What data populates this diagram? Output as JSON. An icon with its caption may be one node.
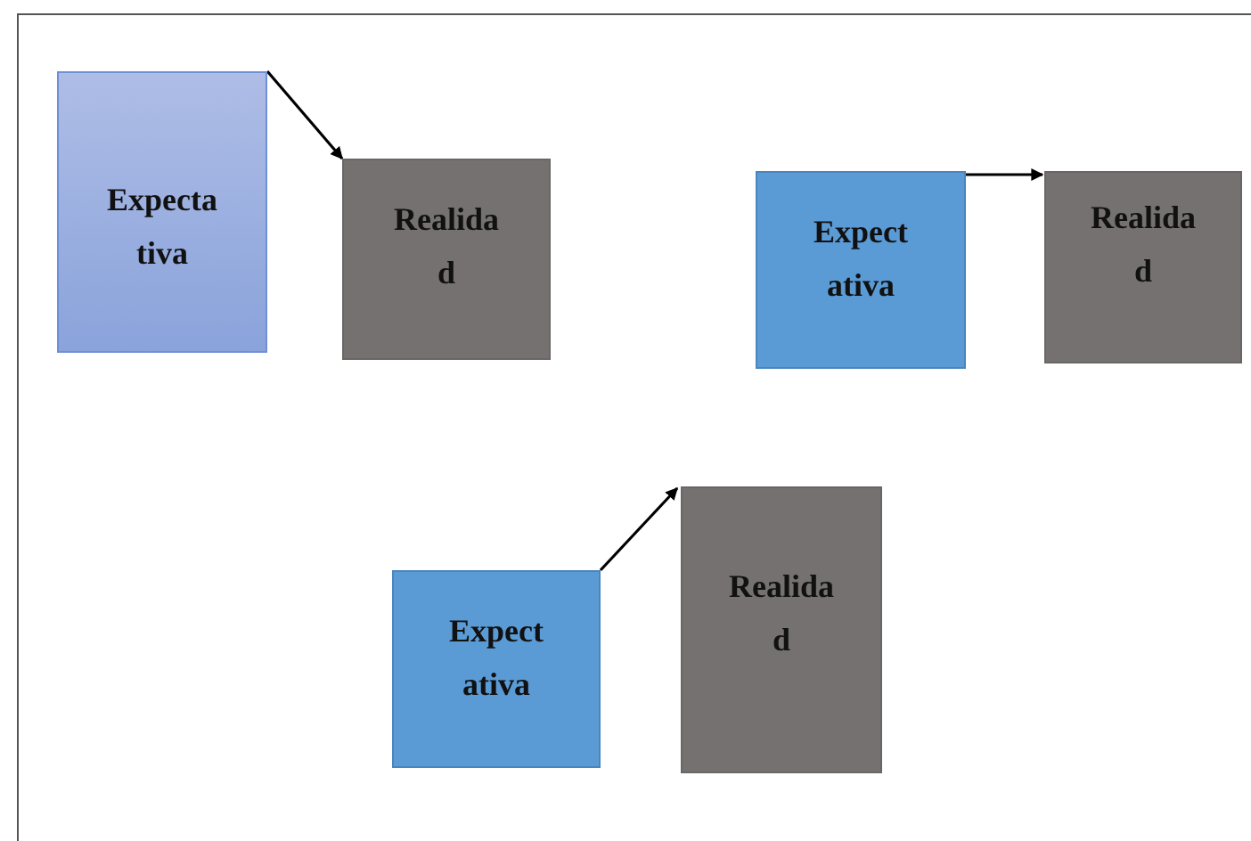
{
  "diagram": {
    "nodes": [
      {
        "text": [
          "Expecta tiva"
        ]
      },
      {
        "text": [
          "Realida d"
        ]
      },
      {
        "text": [
          "Expect ativa"
        ]
      },
      {
        "text": [
          "Realida d"
        ]
      },
      {
        "text": [
          "Expect ativa"
        ]
      },
      {
        "text": [
          "Realida d"
        ]
      }
    ],
    "edges": [
      {
        "from": 0,
        "to": 1,
        "arrow": "to"
      },
      {
        "from": 2,
        "to": 3,
        "arrow": "to"
      },
      {
        "from": 4,
        "to": 5,
        "arrow": "to"
      }
    ]
  }
}
